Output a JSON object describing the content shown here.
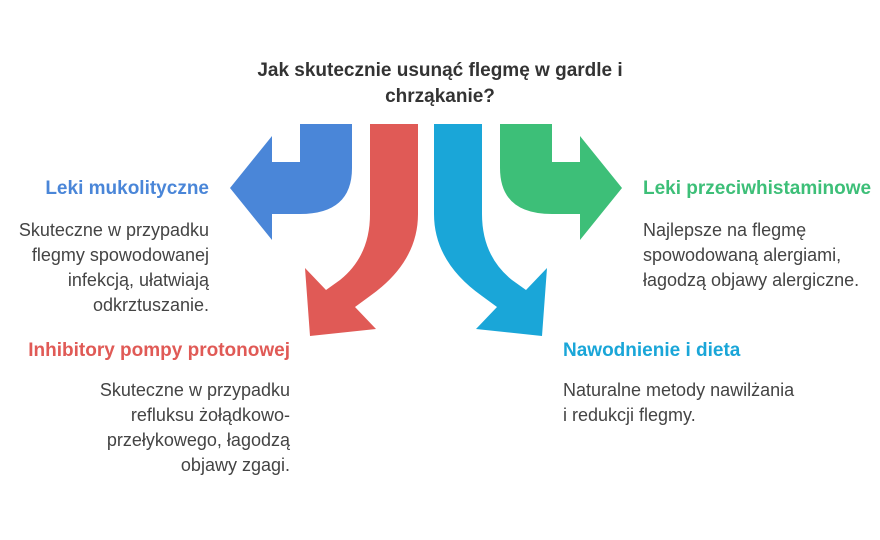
{
  "title": "Jak skutecznie usunąć flegmę w gardle i chrząkanie?",
  "options": [
    {
      "id": "mukolityczne",
      "heading": "Leki mukolityczne",
      "description": "Skuteczne w przypadku flegmy spowodowanej infekcją, ułatwiają odkrztuszanie.",
      "lines": [
        "Skuteczne w przypadku",
        "flegmy spowodowanej",
        "infekcją, ułatwiają",
        "odkrztuszanie."
      ],
      "color": "#4a86d8"
    },
    {
      "id": "ipp",
      "heading": "Inhibitory pompy protonowej",
      "description": "Skuteczne w przypadku refluksu żołądkowo-przełykowego, łagodzą objawy zgagi.",
      "lines": [
        "Skuteczne w przypadku",
        "refluksu żołądkowo-",
        "przełykowego, łagodzą",
        "objawy zgagi."
      ],
      "color": "#e05a56"
    },
    {
      "id": "antyhistaminowe",
      "heading": "Leki przeciwhistaminowe",
      "description": "Najlepsze na flegmę spowodowaną alergiami, łagodzą objawy alergiczne.",
      "lines": [
        "Najlepsze na flegmę",
        "spowodowaną alergiami,",
        "łagodzą objawy alergiczne."
      ],
      "color": "#3dbf78"
    },
    {
      "id": "nawodnienie",
      "heading": "Nawodnienie i dieta",
      "description": "Naturalne metody nawilżania i redukcji flegmy.",
      "lines": [
        "Naturalne metody nawilżania",
        "i redukcji flegmy."
      ],
      "color": "#1aa6d8"
    }
  ]
}
